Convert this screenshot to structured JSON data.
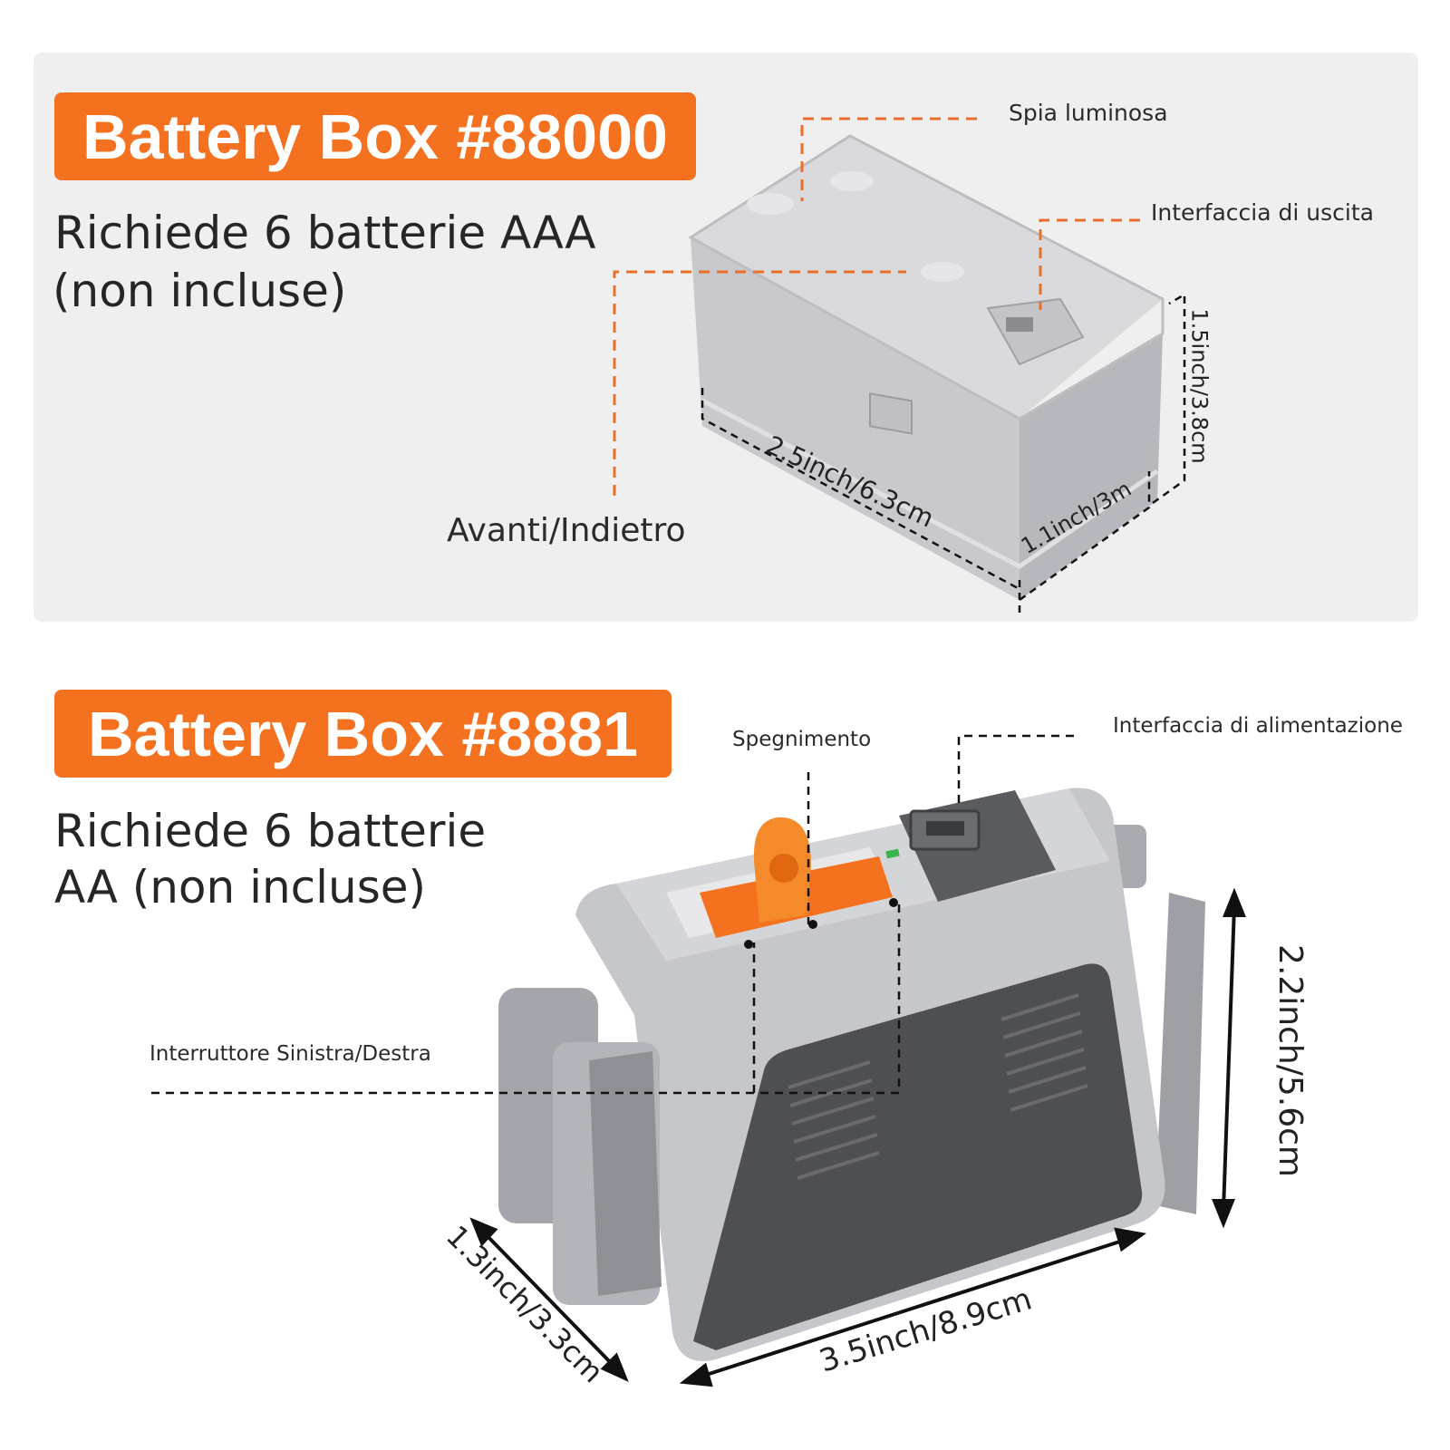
{
  "colors": {
    "accent": "#f4711f",
    "panel": "#efefef",
    "leader_orange": "#e8702a",
    "leader_dark": "#111111"
  },
  "box1": {
    "title": "Battery Box #88000",
    "requirement_line1": "Richiede 6 batterie AAA",
    "requirement_line2": "(non incluse)",
    "labels": {
      "light": "Spia luminosa",
      "output": "Interfaccia di uscita",
      "direction": "Avanti/Indietro"
    },
    "dimensions": {
      "length": "2.5inch/6.3cm",
      "width": "1.1inch/3m",
      "height": "1.5inch/3.8cm"
    }
  },
  "box2": {
    "title": "Battery Box #8881",
    "requirement_line1": "Richiede 6 batterie",
    "requirement_line2": "AA (non incluse)",
    "labels": {
      "power_off": "Spegnimento",
      "power_interface": "Interfaccia di alimentazione",
      "switch": "Interruttore Sinistra/Destra"
    },
    "dimensions": {
      "height": "2.2inch/5.6cm",
      "length": "3.5inch/8.9cm",
      "depth": "1.3inch/3.3cm"
    }
  }
}
